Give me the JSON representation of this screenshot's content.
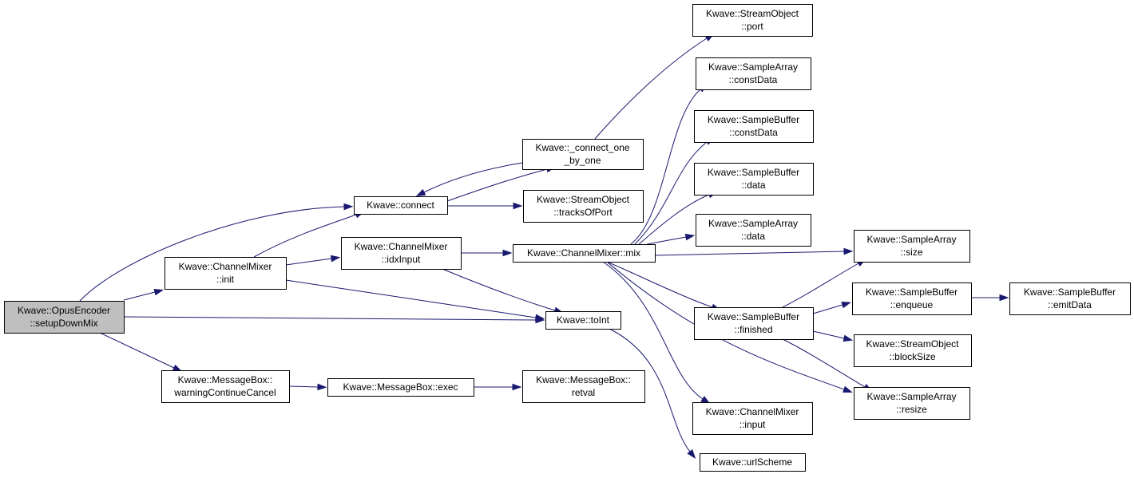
{
  "graph": {
    "colors": {
      "edge": "#191970",
      "node_border": "#000000",
      "root_fill": "#bfbfbf",
      "node_fill": "#ffffff"
    },
    "nodes": {
      "setupDownMix": {
        "lines": [
          "Kwave::OpusEncoder",
          "::setupDownMix"
        ],
        "root": true
      },
      "connect": {
        "lines": [
          "Kwave::connect"
        ]
      },
      "cm_init": {
        "lines": [
          "Kwave::ChannelMixer",
          "::init"
        ]
      },
      "mb_wcc": {
        "lines": [
          "Kwave::MessageBox::",
          "warningContinueCancel"
        ]
      },
      "toInt": {
        "lines": [
          "Kwave::toInt"
        ]
      },
      "connect_one": {
        "lines": [
          "Kwave::_connect_one",
          "_by_one"
        ]
      },
      "tracksOfPort": {
        "lines": [
          "Kwave::StreamObject",
          "::tracksOfPort"
        ]
      },
      "idxInput": {
        "lines": [
          "Kwave::ChannelMixer",
          "::idxInput"
        ]
      },
      "cm_mix": {
        "lines": [
          "Kwave::ChannelMixer::mix"
        ]
      },
      "mb_exec": {
        "lines": [
          "Kwave::MessageBox::exec"
        ]
      },
      "mb_retval": {
        "lines": [
          "Kwave::MessageBox::",
          "retval"
        ]
      },
      "so_port": {
        "lines": [
          "Kwave::StreamObject",
          "::port"
        ]
      },
      "sa_constData": {
        "lines": [
          "Kwave::SampleArray",
          "::constData"
        ]
      },
      "sb_constData": {
        "lines": [
          "Kwave::SampleBuffer",
          "::constData"
        ]
      },
      "sb_data": {
        "lines": [
          "Kwave::SampleBuffer",
          "::data"
        ]
      },
      "sa_data": {
        "lines": [
          "Kwave::SampleArray",
          "::data"
        ]
      },
      "sb_finished": {
        "lines": [
          "Kwave::SampleBuffer",
          "::finished"
        ]
      },
      "cm_input": {
        "lines": [
          "Kwave::ChannelMixer",
          "::input"
        ]
      },
      "urlScheme": {
        "lines": [
          "Kwave::urlScheme"
        ]
      },
      "sa_size": {
        "lines": [
          "Kwave::SampleArray",
          "::size"
        ]
      },
      "sb_enqueue": {
        "lines": [
          "Kwave::SampleBuffer",
          "::enqueue"
        ]
      },
      "so_blockSize": {
        "lines": [
          "Kwave::StreamObject",
          "::blockSize"
        ]
      },
      "sa_resize": {
        "lines": [
          "Kwave::SampleArray",
          "::resize"
        ]
      },
      "sb_emitData": {
        "lines": [
          "Kwave::SampleBuffer",
          "::emitData"
        ]
      }
    },
    "edges": [
      [
        "setupDownMix",
        "connect"
      ],
      [
        "setupDownMix",
        "cm_init"
      ],
      [
        "setupDownMix",
        "toInt"
      ],
      [
        "setupDownMix",
        "mb_wcc"
      ],
      [
        "cm_init",
        "connect"
      ],
      [
        "cm_init",
        "idxInput"
      ],
      [
        "cm_init",
        "toInt"
      ],
      [
        "connect",
        "connect_one"
      ],
      [
        "connect",
        "tracksOfPort"
      ],
      [
        "connect_one",
        "connect"
      ],
      [
        "connect_one",
        "so_port"
      ],
      [
        "idxInput",
        "cm_mix"
      ],
      [
        "idxInput",
        "toInt"
      ],
      [
        "mb_wcc",
        "mb_exec"
      ],
      [
        "mb_exec",
        "mb_retval"
      ],
      [
        "toInt",
        "urlScheme"
      ],
      [
        "cm_mix",
        "sa_constData"
      ],
      [
        "cm_mix",
        "sb_constData"
      ],
      [
        "cm_mix",
        "sb_data"
      ],
      [
        "cm_mix",
        "sa_data"
      ],
      [
        "cm_mix",
        "sa_size"
      ],
      [
        "cm_mix",
        "sb_finished"
      ],
      [
        "cm_mix",
        "cm_input"
      ],
      [
        "cm_mix",
        "sa_resize"
      ],
      [
        "sb_finished",
        "sa_size"
      ],
      [
        "sb_finished",
        "sb_enqueue"
      ],
      [
        "sb_finished",
        "so_blockSize"
      ],
      [
        "sb_finished",
        "sa_resize"
      ],
      [
        "sb_enqueue",
        "sb_emitData"
      ]
    ]
  }
}
